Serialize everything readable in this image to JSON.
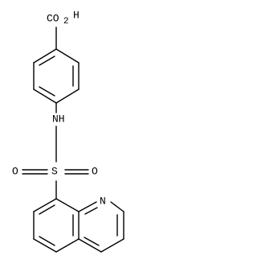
{
  "molecule": {
    "labels": {
      "carboxyl": "CO",
      "carboxyl_subscript": "2",
      "carboxyl_h": "H",
      "amine": "NH",
      "sulfur": "S",
      "oxygen_left": "O",
      "oxygen_right": "O",
      "nitrogen_ring": "N"
    }
  }
}
